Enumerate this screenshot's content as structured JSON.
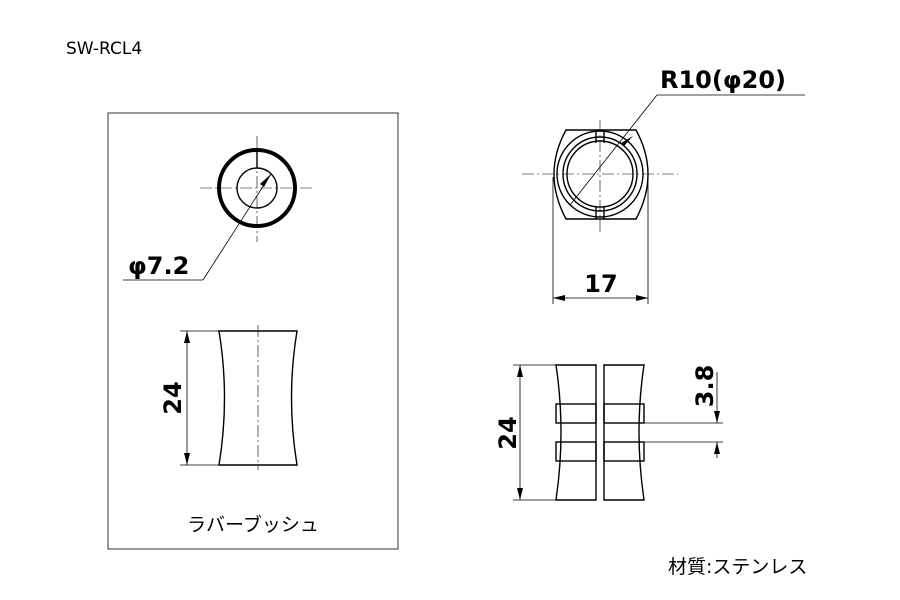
{
  "part_number": "SW-RCL4",
  "rubber_bush": {
    "caption": "ラバーブッシュ",
    "diameter_label": "φ7.2",
    "length_label": "24"
  },
  "sleeve": {
    "radius_label": "R10(φ20)",
    "width_label": "17",
    "length_label": "24",
    "flange_label": "3.8"
  },
  "material_label": "材質:ステンレス"
}
